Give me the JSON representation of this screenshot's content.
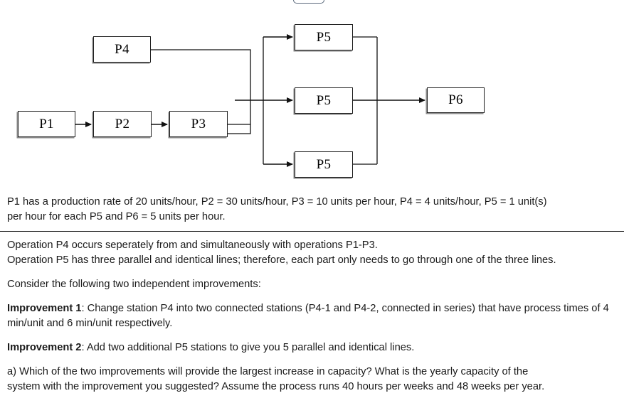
{
  "diagram": {
    "title": "process-flow-diagram",
    "nodes": [
      {
        "id": "p1",
        "label": "P1"
      },
      {
        "id": "p2",
        "label": "P2"
      },
      {
        "id": "p3",
        "label": "P3"
      },
      {
        "id": "p4",
        "label": "P4"
      },
      {
        "id": "p5a",
        "label": "P5"
      },
      {
        "id": "p5b",
        "label": "P5"
      },
      {
        "id": "p5c",
        "label": "P5"
      },
      {
        "id": "p6",
        "label": "P6"
      }
    ],
    "line_color": "#1a1a1a"
  },
  "rates": {
    "line1": "P1 has a production rate of 20 units/hour, P2 = 30 units/hour, P3 = 10 units per hour, P4 = 4 units/hour, P5 = 1 unit(s)",
    "line2": "per hour for each P5 and P6 = 5 units per hour."
  },
  "notes": {
    "line1": "Operation P4 occurs seperately from and simultaneously with operations P1-P3.",
    "line2": "Operation P5 has three parallel and identical lines; therefore, each part only needs to go through one of the three lines."
  },
  "intro": "Consider the following two independent improvements:",
  "improvements": [
    {
      "label": "Improvement 1",
      "text": ": Change station P4 into two connected stations (P4-1 and P4-2, connected in series) that have process times of 4 min/unit and 6 min/unit respectively."
    },
    {
      "label": "Improvement 2",
      "text": ": Add two additional P5 stations to give you 5 parallel and identical lines."
    }
  ],
  "question": {
    "line1": "a) Which of the two improvements will provide the largest increase in capacity? What is the yearly capacity of the",
    "line2": "system with the improvement you suggested? Assume the process runs 40 hours per weeks and 48 weeks per year."
  }
}
